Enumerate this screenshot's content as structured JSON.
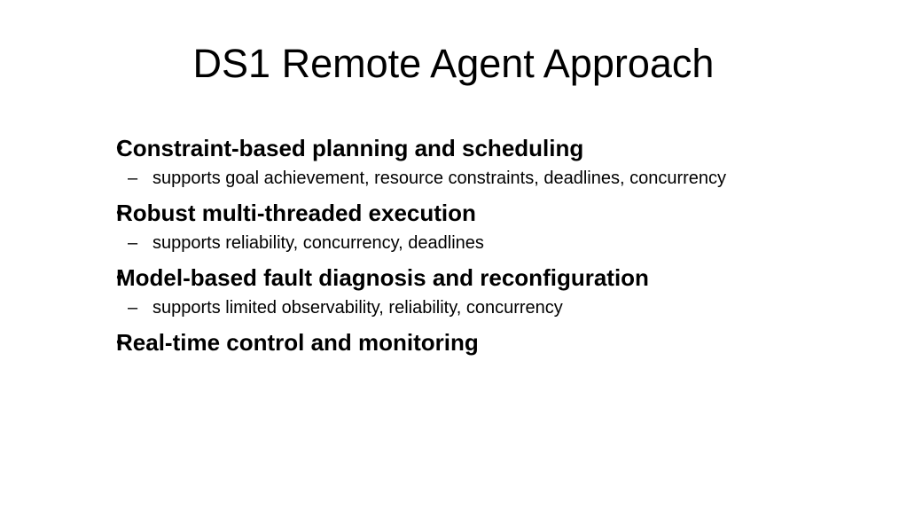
{
  "slide": {
    "title": "DS1 Remote Agent Approach",
    "bullets": [
      {
        "marker": "•",
        "text": "Constraint-based planning and scheduling",
        "subitems": [
          {
            "marker": "–",
            "text": "supports goal achievement, resource constraints, deadlines, concurrency"
          }
        ]
      },
      {
        "marker": "•",
        "text": "Robust multi-threaded execution",
        "subitems": [
          {
            "marker": "–",
            "text": "supports reliability, concurrency, deadlines"
          }
        ]
      },
      {
        "marker": "•",
        "text": "Model-based fault diagnosis and reconfiguration",
        "subitems": [
          {
            "marker": "–",
            "text": "supports limited observability, reliability, concurrency"
          }
        ]
      },
      {
        "marker": "•",
        "text": "Real-time control and monitoring",
        "subitems": []
      }
    ]
  }
}
